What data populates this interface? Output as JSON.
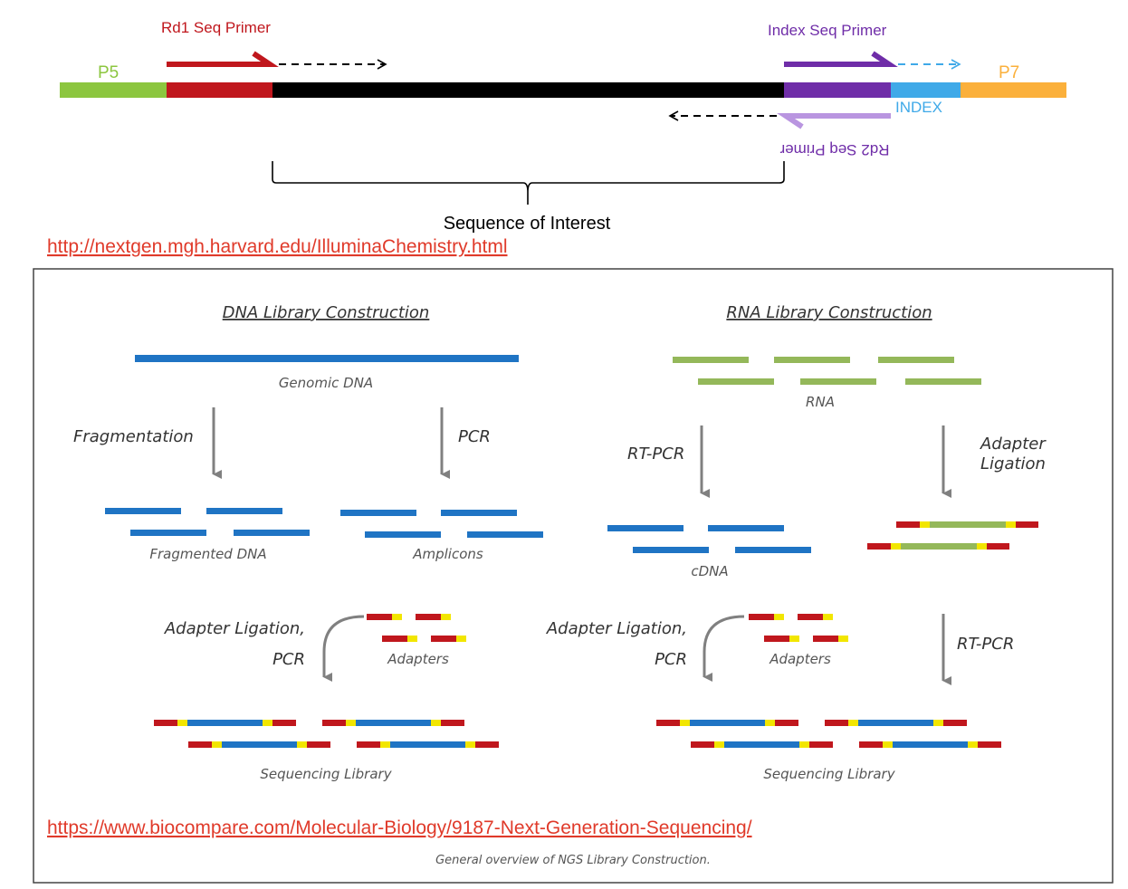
{
  "top_diagram": {
    "p5_label": "P5",
    "p7_label": "P7",
    "rd1_primer_label": "Rd1 Seq Primer",
    "index_primer_label": "Index Seq Primer",
    "index_label": "INDEX",
    "rd2_primer_label": "Rd2 Seq Primer",
    "sequence_label": "Sequence of Interest",
    "source_link": "http://nextgen.mgh.harvard.edu/IlluminaChemistry.html",
    "colors": {
      "p5": "#8cc63f",
      "rd1": "#c0171d",
      "insert": "#000000",
      "index_primer": "#6f2da8",
      "index": "#3fa9e8",
      "p7": "#fbb03b",
      "rd2": "#b995e0"
    }
  },
  "overview": {
    "dna_title": "DNA Library Construction",
    "rna_title": "RNA Library Construction",
    "genomic_dna": "Genomic DNA",
    "fragmentation": "Fragmentation",
    "pcr": "PCR",
    "fragmented_dna": "Fragmented DNA",
    "amplicons": "Amplicons",
    "rna": "RNA",
    "rt_pcr": "RT-PCR",
    "adapter_ligation_line1": "Adapter",
    "adapter_ligation_line2": "Ligation",
    "cdna": "cDNA",
    "adapter_ligation_comma": "Adapter Ligation,",
    "pcr_short": "PCR",
    "adapters": "Adapters",
    "rt_pcr_2": "RT-PCR",
    "sequencing_library": "Sequencing Library",
    "caption": "General overview of NGS Library Construction.",
    "source_link": "https://www.biocompare.com/Molecular-Biology/9187-Next-Generation-Sequencing/",
    "colors": {
      "dna": "#1f74c4",
      "rna": "#94b85a",
      "adapter_red": "#c0171d",
      "adapter_yellow": "#f2e600",
      "arrow": "#808080",
      "text": "#555555"
    }
  }
}
